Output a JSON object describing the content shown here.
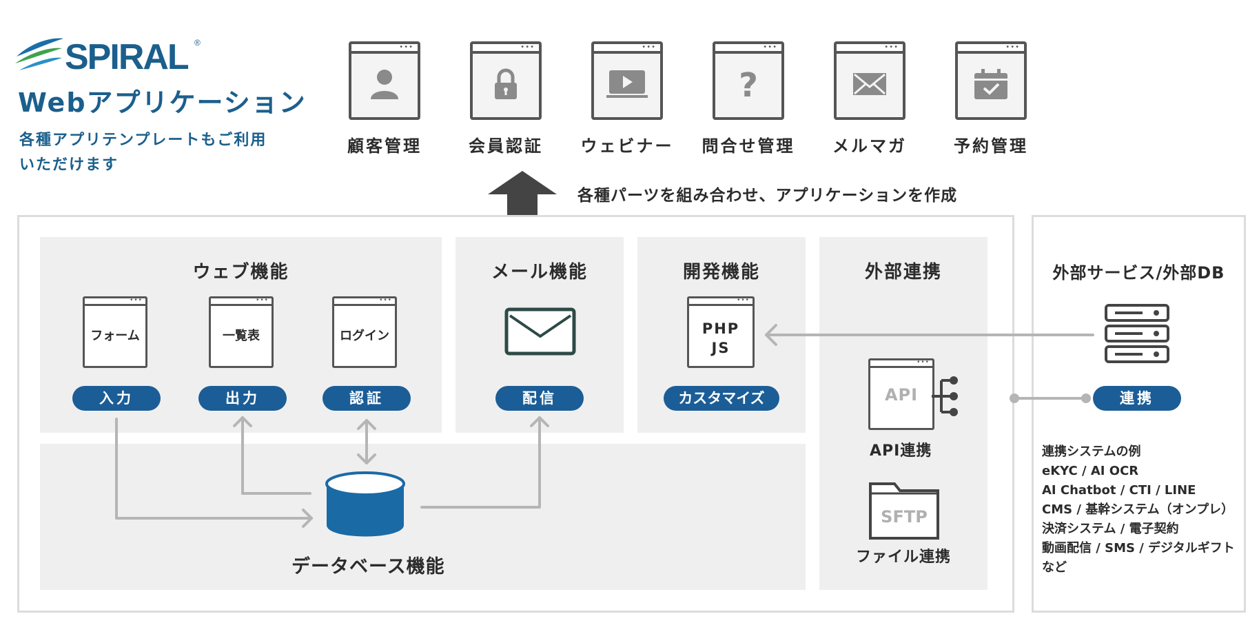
{
  "brand": {
    "logo_text": "SPIRAL",
    "title": "Webアプリケーション",
    "subtitle_line1": "各種アプリテンプレートもご利用",
    "subtitle_line2": "いただけます"
  },
  "apps": [
    {
      "label": "顧客管理",
      "icon": "person-icon"
    },
    {
      "label": "会員認証",
      "icon": "lock-icon"
    },
    {
      "label": "ウェビナー",
      "icon": "video-play-icon"
    },
    {
      "label": "問合せ管理",
      "icon": "question-icon"
    },
    {
      "label": "メルマガ",
      "icon": "envelope-icon"
    },
    {
      "label": "予約管理",
      "icon": "calendar-check-icon"
    }
  ],
  "caption": "各種パーツを組み合わせ、アプリケーションを作成",
  "web": {
    "title": "ウェブ機能",
    "items": [
      {
        "doc": "フォーム",
        "pill": "入力"
      },
      {
        "doc": "一覧表",
        "pill": "出力"
      },
      {
        "doc": "ログイン",
        "pill": "認証"
      }
    ]
  },
  "mail": {
    "title": "メール機能",
    "pill": "配信"
  },
  "dev": {
    "title": "開発機能",
    "doc_line1": "PHP",
    "doc_line2": "JS",
    "pill": "カスタマイズ"
  },
  "external": {
    "title": "外部連携",
    "api_icon": "API",
    "api_label": "API連携",
    "sftp_icon": "SFTP",
    "sftp_label": "ファイル連携"
  },
  "database": {
    "label": "データベース機能"
  },
  "external_services": {
    "title": "外部サービス/外部DB",
    "pill": "連携",
    "examples": [
      "連携システムの例",
      "eKYC / AI OCR",
      "AI Chatbot / CTI / LINE",
      "CMS / 基幹システム（オンプレ）",
      "決済システム / 電子契約",
      "動画配信 / SMS / デジタルギフト",
      "など"
    ]
  },
  "colors": {
    "brand": "#1b5f8c",
    "pill": "#1b5d97",
    "db": "#1a6aa6",
    "panel": "#efefef",
    "frame": "#dcdcdc",
    "connector": "#b5b5b5"
  }
}
